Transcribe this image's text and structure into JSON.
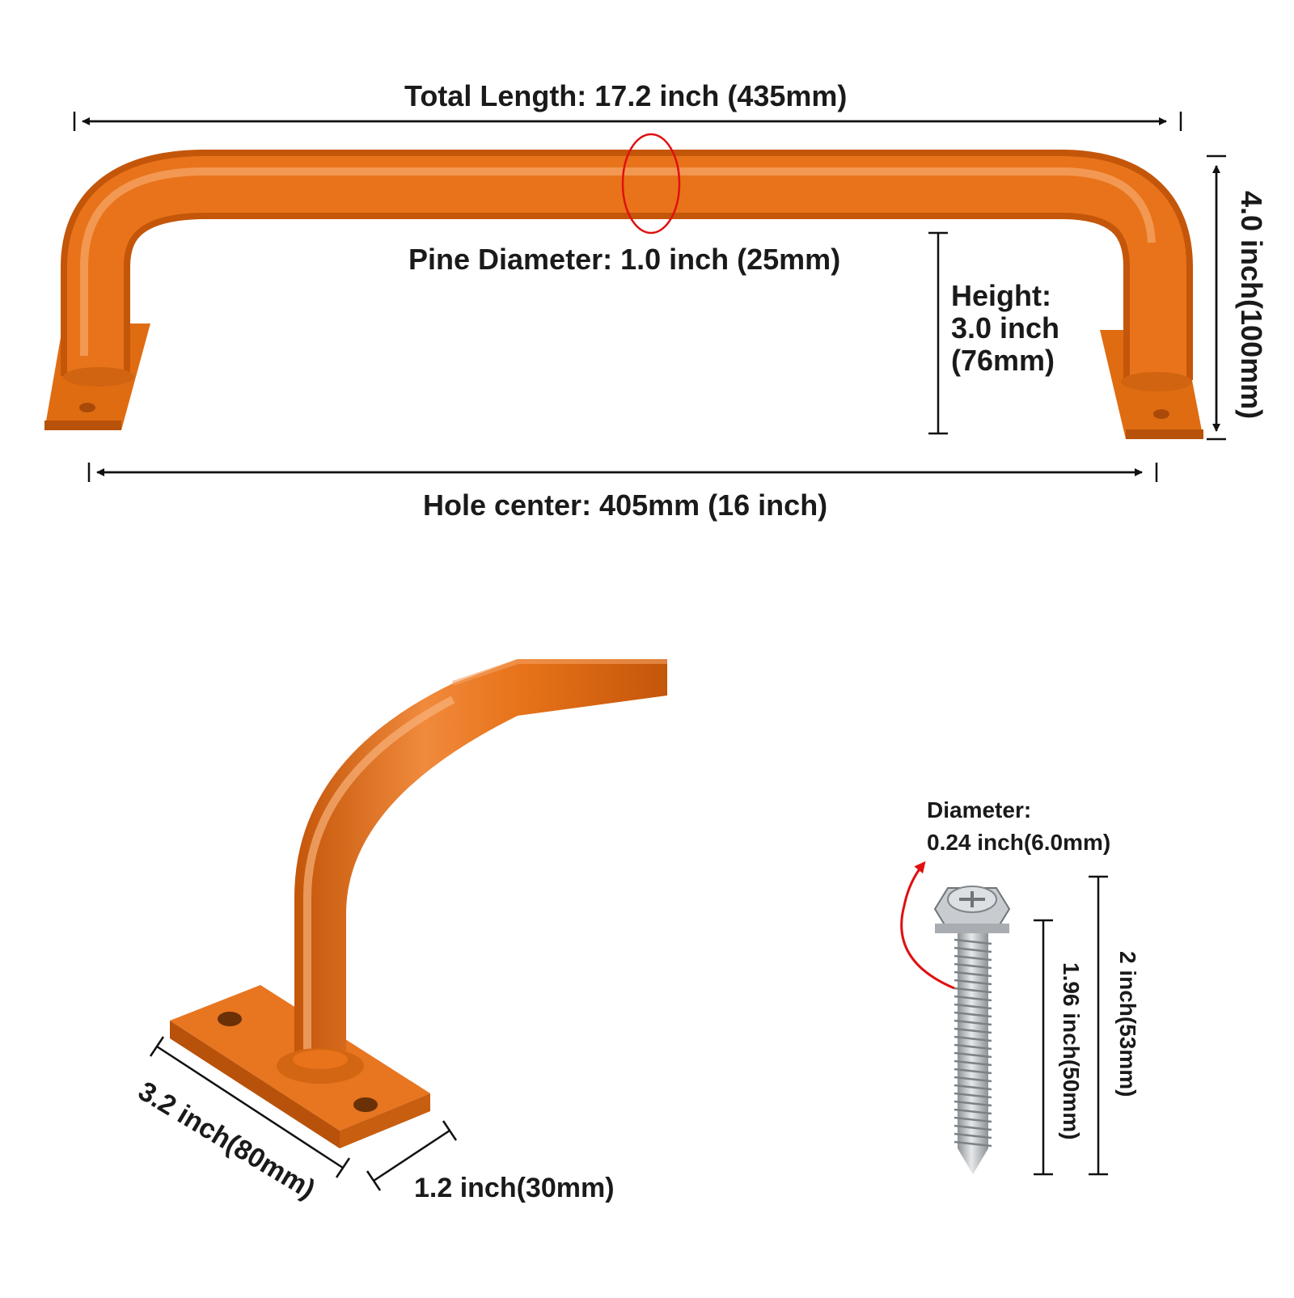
{
  "labels": {
    "total_length": "Total Length: 17.2 inch (435mm)",
    "pipe_diameter": "Pine Diameter: 1.0 inch (25mm)",
    "height_line1": "Height:",
    "height_line2": "3.0 inch",
    "height_line3": "(76mm)",
    "overall_height": "4.0 inch(100mm)",
    "hole_center": "Hole center: 405mm (16 inch)",
    "base_length": "3.2 inch(80mm)",
    "base_width": "1.2 inch(30mm)",
    "screw_diameter_line1": "Diameter:",
    "screw_diameter_line2": "0.24 inch(6.0mm)",
    "screw_thread_length": "1.96 inch(50mm)",
    "screw_total_length": "2 inch(53mm)"
  },
  "colors": {
    "handle_orange": "#e8731a",
    "handle_dark": "#c85a0c",
    "handle_light": "#f59a52",
    "dimension_line": "#111111",
    "highlight_red": "#e01010",
    "screw_silver": "#bfc3c7"
  }
}
